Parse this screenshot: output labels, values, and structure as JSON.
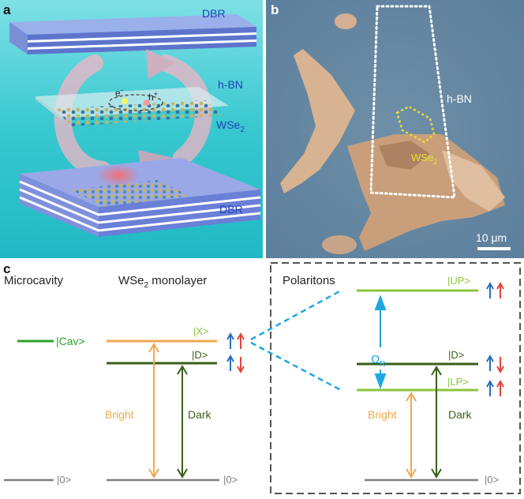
{
  "panel_a": {
    "label": "a",
    "top_mirror": "DBR",
    "hbn": "h-BN",
    "wse2_main": "WSe",
    "wse2_sub": "2",
    "bottom_mirror": "DBR",
    "electron": "e",
    "electron_sup": "-",
    "hole": "h",
    "hole_sup": "+"
  },
  "panel_b": {
    "label": "b",
    "hbn": "h-BN",
    "wse2_main": "WSe",
    "wse2_sub": "2",
    "scale": "10 μm"
  },
  "panel_c": {
    "label": "c",
    "col_cavity": "Microcavity",
    "col_mono_main": "WSe",
    "col_mono_sub": "2",
    "col_mono_rest": " monolayer",
    "col_polaritons": "Polaritons",
    "cav": "|Cav>",
    "x": "|X>",
    "d_left": "|D>",
    "ground_left": "|0>",
    "bright_left": "Bright",
    "dark_left": "Dark",
    "up": "|UP>",
    "d_right": "|D>",
    "lp": "|LP>",
    "omega_main": "Ω",
    "omega_sub": "R",
    "bright_right": "Bright",
    "dark_right": "Dark",
    "ground_right": "|0>"
  },
  "colors": {
    "cavity": "#2ca02c",
    "exciton": "#f0a850",
    "dark": "#3a5f1a",
    "polariton": "#8cc43c",
    "coupling": "#1ea7e1",
    "spin_blue": "#2a6ebb",
    "spin_red": "#e0453a",
    "ground": "#808080"
  }
}
